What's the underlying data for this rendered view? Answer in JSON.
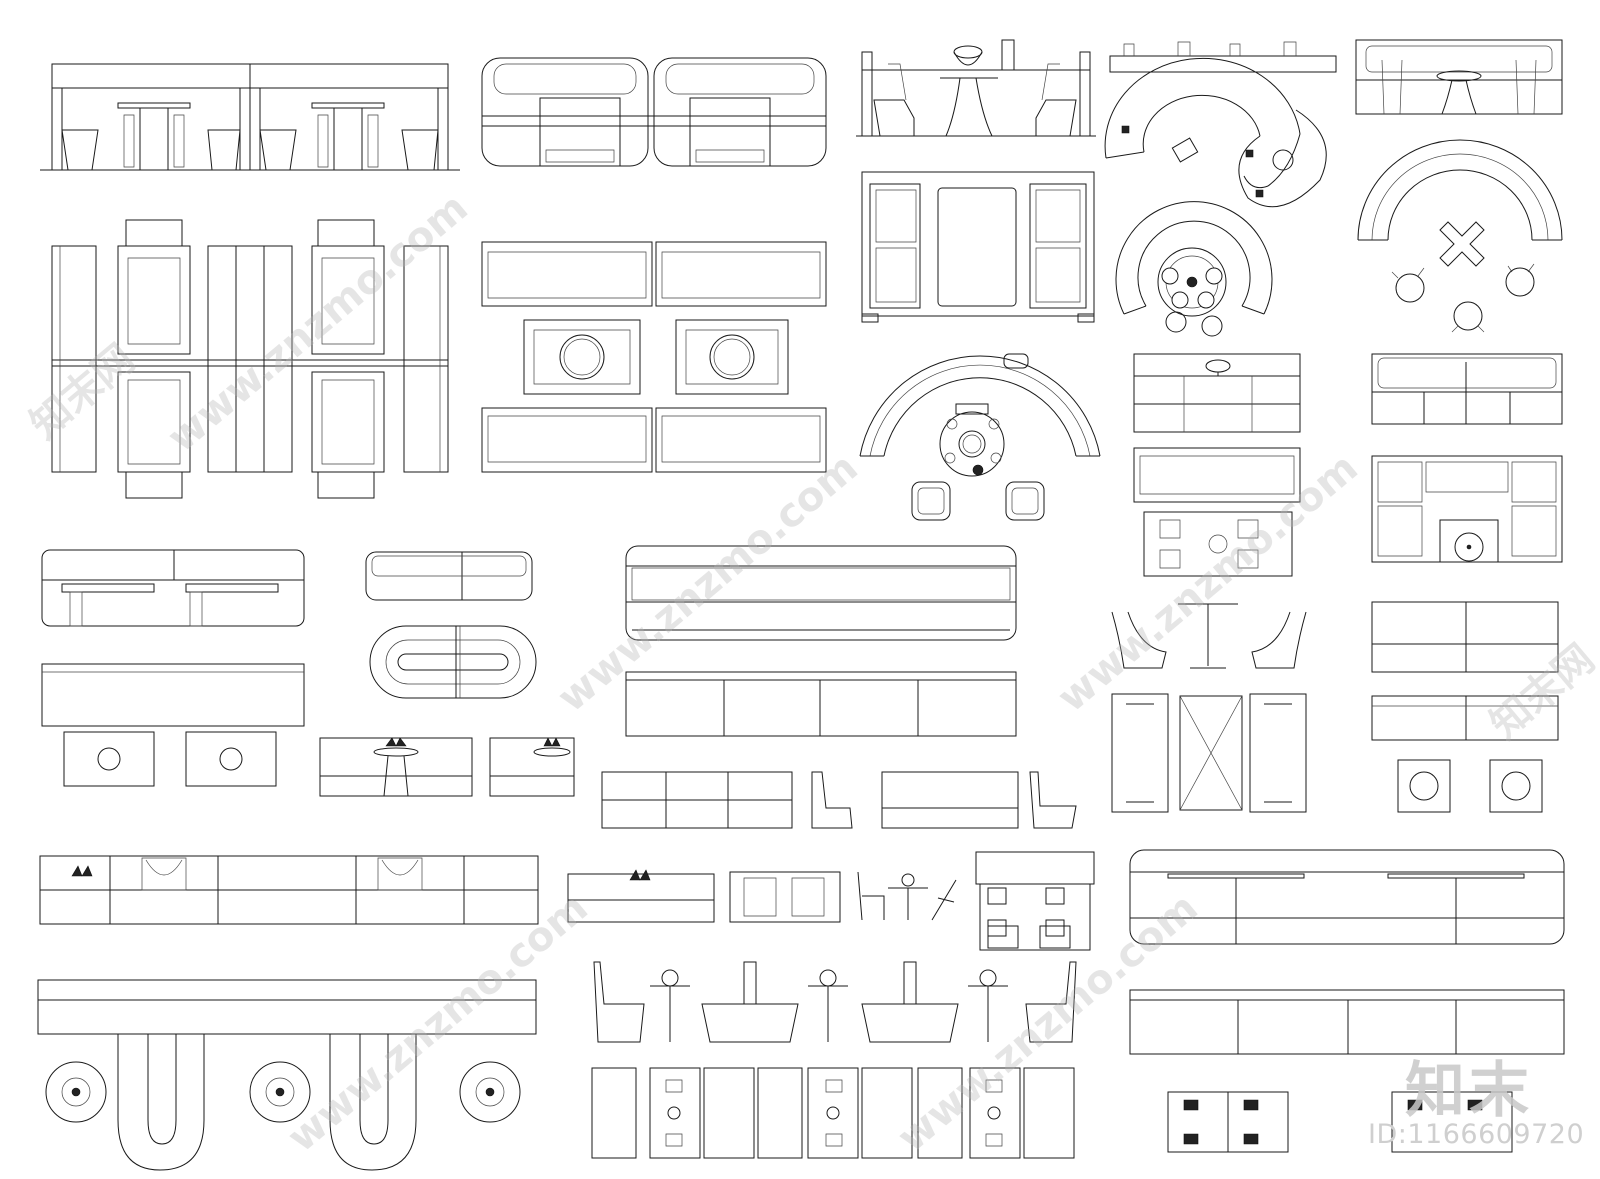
{
  "watermark": {
    "site_url": "www.znzmo.com",
    "site_name": "知末网",
    "logo_text": "知末"
  },
  "asset": {
    "id_text": "ID:1166609720"
  },
  "colors": {
    "background": "#ffffff",
    "line": "#1a1a1a",
    "watermark": "#bdbdbd"
  },
  "blocks": [
    {
      "name": "booth-elevation-double",
      "kind": "elevation"
    },
    {
      "name": "sofa-booth-pair-elevation",
      "kind": "elevation"
    },
    {
      "name": "round-table-booth-elevation",
      "kind": "elevation"
    },
    {
      "name": "s-curve-sofa-plan",
      "kind": "plan"
    },
    {
      "name": "banquette-elevation-small",
      "kind": "elevation"
    },
    {
      "name": "half-round-sofa-plan",
      "kind": "plan"
    },
    {
      "name": "booth-plan-double",
      "kind": "plan"
    },
    {
      "name": "sofa-table-sofa-plan",
      "kind": "plan"
    },
    {
      "name": "booth-plan-four-seat",
      "kind": "plan"
    },
    {
      "name": "circular-booth-plan",
      "kind": "plan"
    },
    {
      "name": "arc-bar-sofa-plan",
      "kind": "plan"
    },
    {
      "name": "long-tufted-banquette-elevation",
      "kind": "elevation"
    },
    {
      "name": "u-shape-sofa-plan",
      "kind": "plan"
    }
  ]
}
